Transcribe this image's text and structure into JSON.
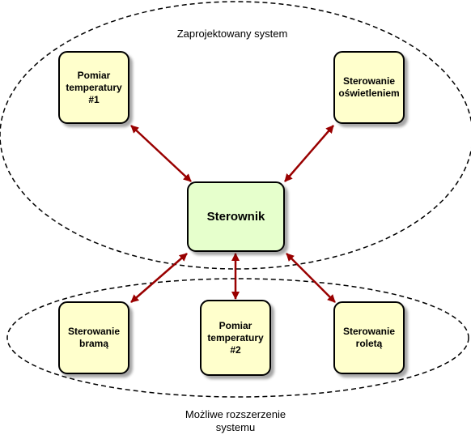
{
  "groups": {
    "designed": {
      "label": "Zaprojektowany system"
    },
    "extension": {
      "label": "Możliwe rozszerzenie\nsystemu"
    }
  },
  "nodes": {
    "temp1": "Pomiar\ntemperatury\n#1",
    "lighting": "Sterowanie\noświetleniem",
    "controller": "Sterownik",
    "gate": "Sterowanie\nbramą",
    "temp2": "Pomiar\ntemperatury\n#2",
    "blinds": "Sterowanie\nroletą"
  },
  "colors": {
    "node_fill": "#ffffcc",
    "controller_fill": "#e6ffcc",
    "connector": "#990000",
    "border": "#000000"
  },
  "connector_style": "double-headed arrow"
}
